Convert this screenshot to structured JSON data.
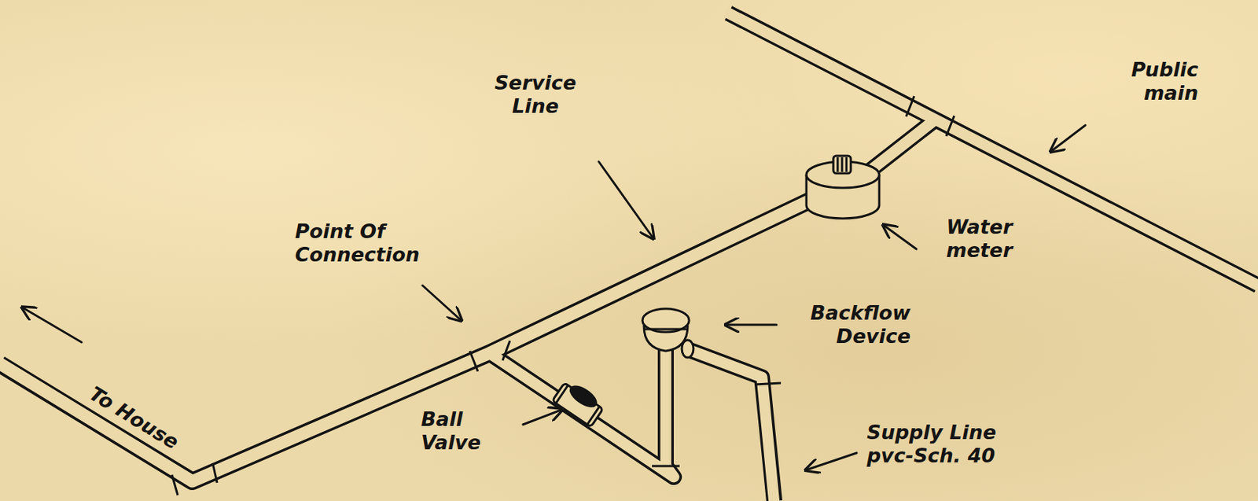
{
  "diagram": {
    "labels": [
      "Service Line",
      "Public main",
      "Point Of Connection",
      "Water meter",
      "Backflow Device",
      "To House",
      "Ball Valve",
      "Supply Line pvc-Sch. 40"
    ]
  }
}
